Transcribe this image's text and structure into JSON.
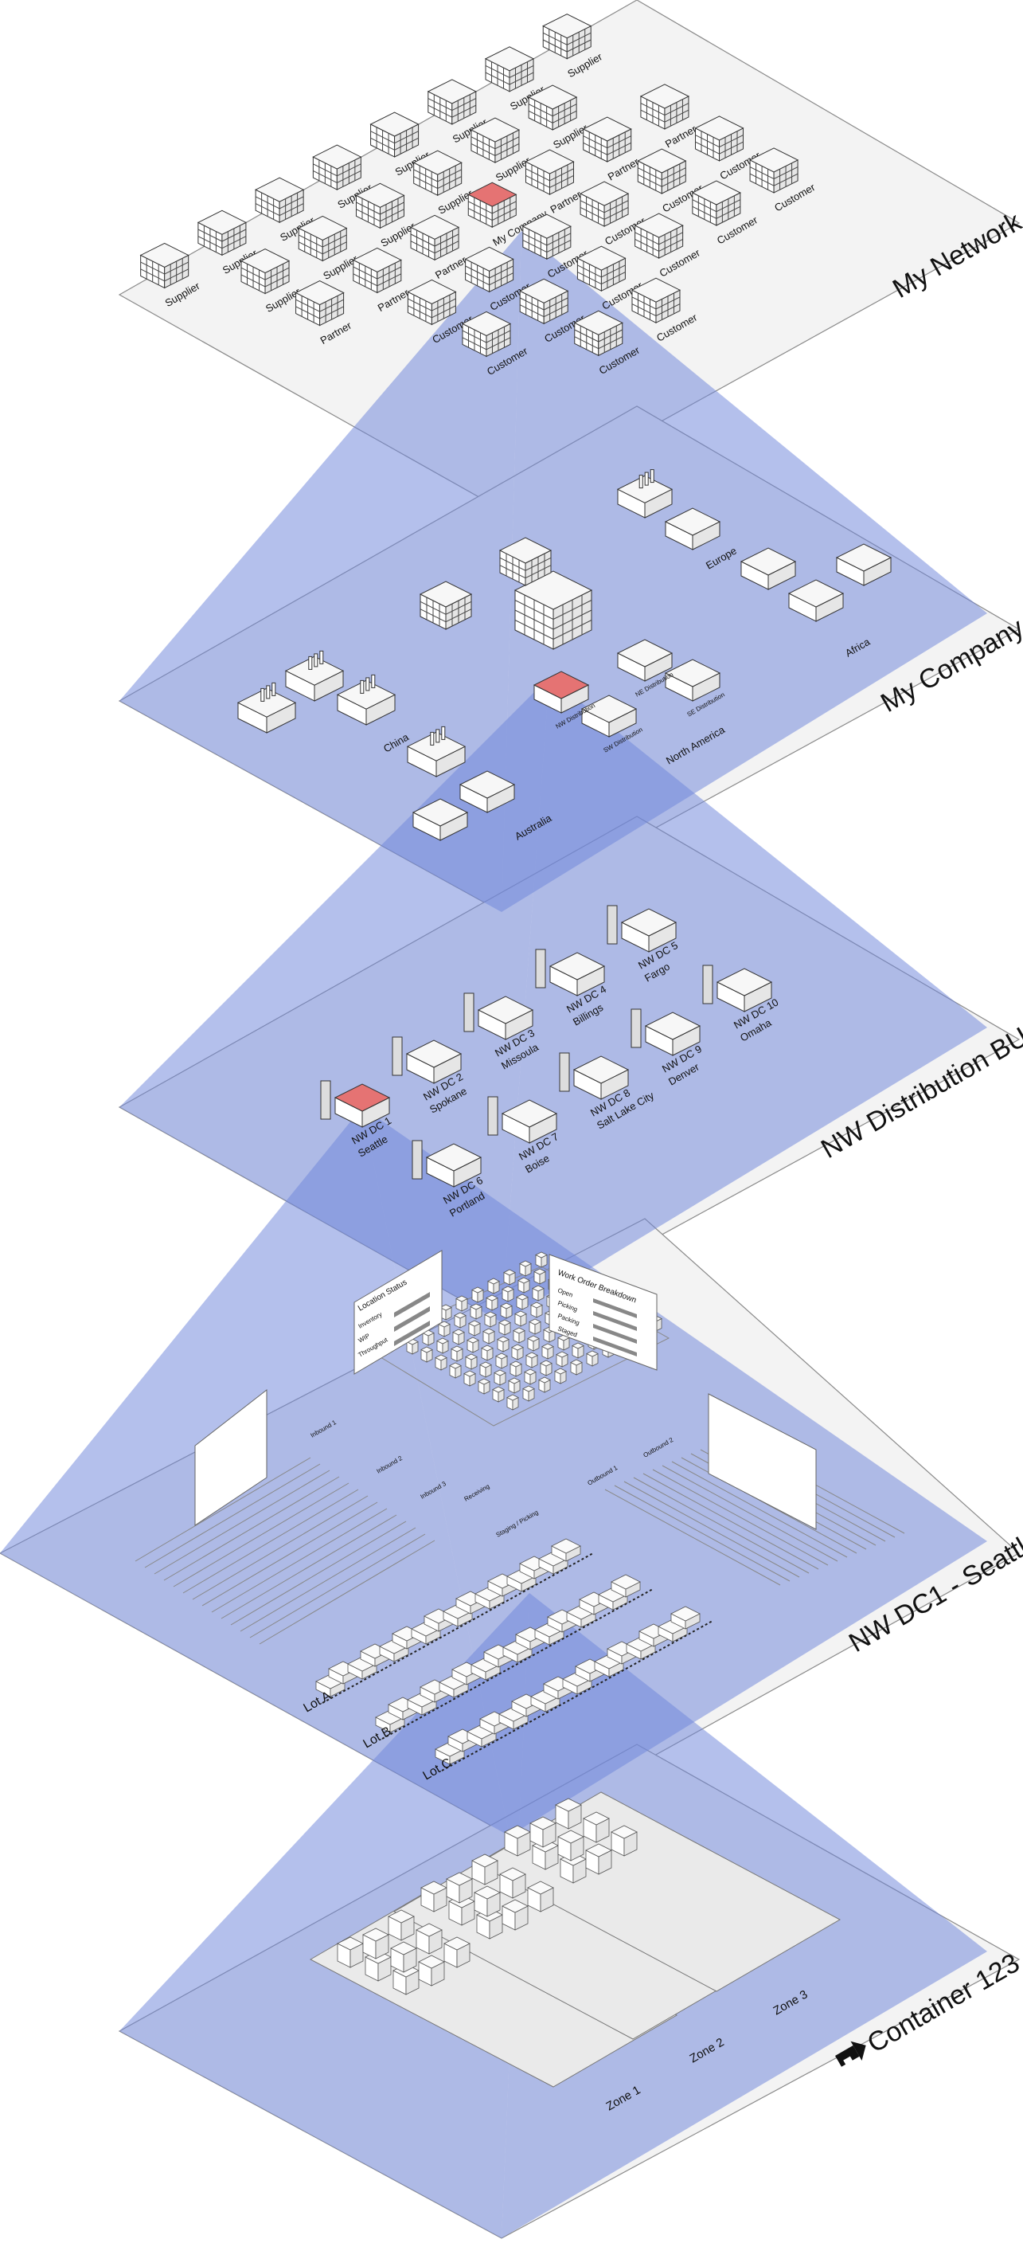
{
  "layers": [
    {
      "title": "My Network",
      "nodes": [
        {
          "label": "Supplier"
        },
        {
          "label": "Supplier"
        },
        {
          "label": "Supplier"
        },
        {
          "label": "Supplier"
        },
        {
          "label": "Supplier"
        },
        {
          "label": "Supplier"
        },
        {
          "label": "Supplier"
        },
        {
          "label": "Supplier"
        },
        {
          "label": "Supplier"
        },
        {
          "label": "Supplier"
        },
        {
          "label": "Supplier"
        },
        {
          "label": "Supplier"
        },
        {
          "label": "Supplier"
        },
        {
          "label": "Supplier"
        },
        {
          "label": "Partner"
        },
        {
          "label": "Partner"
        },
        {
          "label": "Partner"
        },
        {
          "label": "Partner"
        },
        {
          "label": "Partner"
        },
        {
          "label": "Partner"
        },
        {
          "label": "My Company",
          "highlight": true
        },
        {
          "label": "Customer"
        },
        {
          "label": "Customer"
        },
        {
          "label": "Customer"
        },
        {
          "label": "Customer"
        },
        {
          "label": "Customer"
        },
        {
          "label": "Customer"
        },
        {
          "label": "Customer"
        },
        {
          "label": "Customer"
        },
        {
          "label": "Customer"
        },
        {
          "label": "Customer"
        },
        {
          "label": "Customer"
        },
        {
          "label": "Customer"
        },
        {
          "label": "Customer"
        },
        {
          "label": "Customer"
        }
      ]
    },
    {
      "title": "My Company",
      "regions": [
        "Europe",
        "Africa",
        "China",
        "Australia",
        "North America"
      ],
      "distribution": [
        "NE Distribution",
        "SE Distribution",
        "NW Distribution",
        "SW Distribution"
      ]
    },
    {
      "title": "NW Distribution BU",
      "dcs": [
        {
          "name": "NW DC 1",
          "city": "Seattle",
          "highlight": true
        },
        {
          "name": "NW DC 2",
          "city": "Spokane"
        },
        {
          "name": "NW DC 3",
          "city": "Missoula"
        },
        {
          "name": "NW DC 4",
          "city": "Billings"
        },
        {
          "name": "NW DC 5",
          "city": "Fargo"
        },
        {
          "name": "NW DC 6",
          "city": "Portland"
        },
        {
          "name": "NW DC 7",
          "city": "Boise"
        },
        {
          "name": "NW DC 8",
          "city": "Salt Lake City"
        },
        {
          "name": "NW DC 9",
          "city": "Denver"
        },
        {
          "name": "NW DC 10",
          "city": "Omaha"
        }
      ]
    },
    {
      "title": "NW DC1 - Seattle",
      "lots": [
        "Lot A",
        "Lot B",
        "Lot C"
      ],
      "docks": [
        "Inbound 1",
        "Inbound 2",
        "Inbound 3",
        "Outbound 1",
        "Outbound 2"
      ],
      "areas": [
        "Receiving",
        "Staging / Picking"
      ],
      "panel_left": {
        "title": "Location Status",
        "rows": [
          "Inventory",
          "WIP",
          "Throughput"
        ]
      },
      "panel_right": {
        "title": "Work Order Breakdown",
        "rows": [
          "Open",
          "Picking",
          "Packing",
          "Staged"
        ]
      }
    },
    {
      "title": "Container 123",
      "zones": [
        "Zone 1",
        "Zone 2",
        "Zone 3"
      ]
    }
  ],
  "colors": {
    "highlight": "#e57373",
    "cone": "#6f86db",
    "plane": "#f3f3f3"
  },
  "icons": {
    "container": "container-arrow-icon"
  }
}
